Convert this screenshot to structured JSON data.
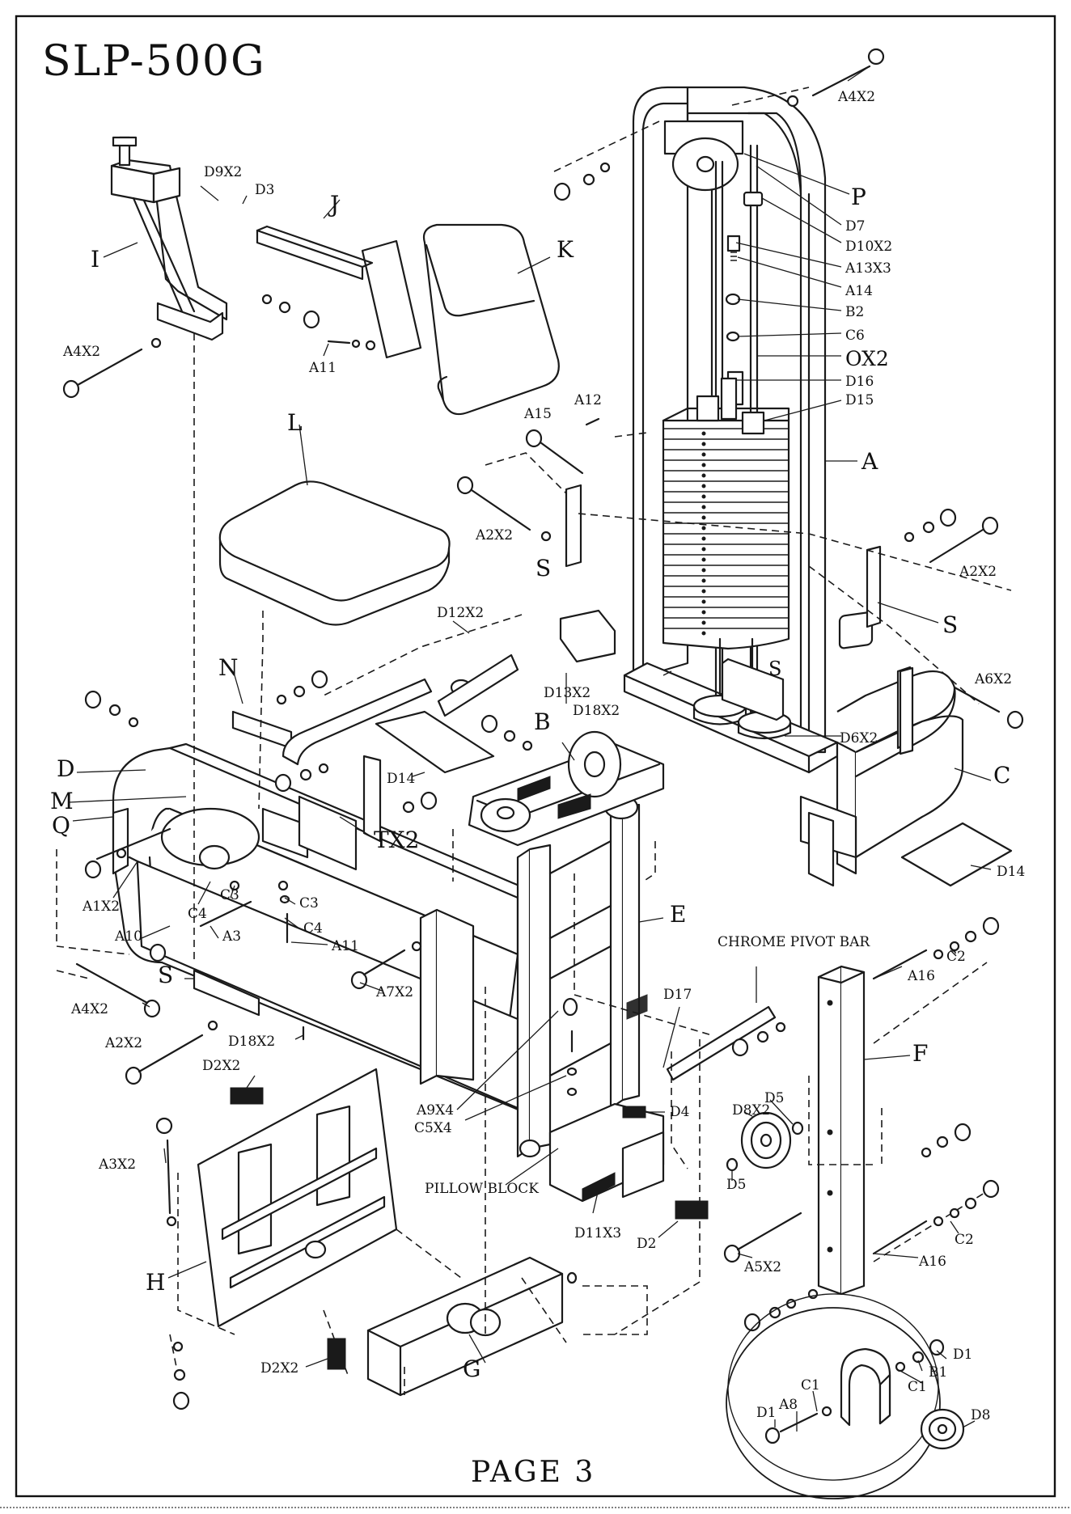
{
  "model_title": "SLP-500G",
  "page_label": "PAGE 3",
  "part_labels": {
    "A4X2_top": "A4X2",
    "P": "P",
    "D7": "D7",
    "D10X2": "D10X2",
    "A13X3": "A13X3",
    "A14": "A14",
    "B2": "B2",
    "C6": "C6",
    "OX2": "OX2",
    "D16": "D16",
    "D15": "D15",
    "A12": "A12",
    "A15": "A15",
    "A": "A",
    "A2X2_mid": "A2X2",
    "S_mid": "S",
    "A2X2_right": "A2X2",
    "S_right": "S",
    "A6X2": "A6X2",
    "S_tower": "S",
    "D6X2": "D6X2",
    "C": "C",
    "D14_right": "D14",
    "D9X2": "D9X2",
    "D3": "D3",
    "J": "J",
    "K": "K",
    "I": "I",
    "A4X2_left": "A4X2",
    "A11_top": "A11",
    "L": "L",
    "D12X2": "D12X2",
    "N": "N",
    "D13X2": "D13X2",
    "D18X2_top": "D18X2",
    "B": "B",
    "D14_left": "D14",
    "D": "D",
    "M": "M",
    "Q": "Q",
    "TX2": "TX2",
    "A1X2": "A1X2",
    "C4_a": "C4",
    "C3_a": "C3",
    "A10": "A10",
    "A3": "A3",
    "C3_b": "C3",
    "C4_b": "C4",
    "A11_bottom": "A11",
    "E": "E",
    "A7X2": "A7X2",
    "S_bottom": "S",
    "A4X2_bottom": "A4X2",
    "A2X2_bottom": "A2X2",
    "D18X2_bottom": "D18X2",
    "D17": "D17",
    "chrome_pivot_bar": "CHROME PIVOT BAR",
    "A16_top": "A16",
    "C2_top": "C2",
    "F": "F",
    "D2X2_top": "D2X2",
    "A3X2": "A3X2",
    "A9X4": "A9X4",
    "C5X4": "C5X4",
    "D4": "D4",
    "D8X2": "D8X2",
    "D5_a": "D5",
    "D5_b": "D5",
    "pillow_block": "PILLOW BLOCK",
    "D11X3": "D11X3",
    "D2": "D2",
    "A5X2": "A5X2",
    "A16_bottom": "A16",
    "C2_bottom": "C2",
    "H": "H",
    "G": "G",
    "D2X2_bottom": "D2X2",
    "D1_right": "D1",
    "B1": "B1",
    "C1_right": "C1",
    "C1_left": "C1",
    "A8": "A8",
    "D1_left": "D1",
    "D8": "D8"
  }
}
